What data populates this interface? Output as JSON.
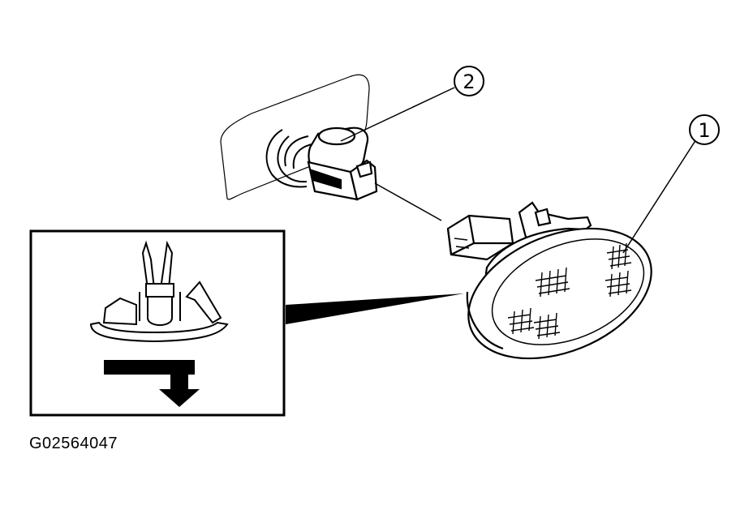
{
  "figure": {
    "id": "G02564047",
    "callouts": [
      {
        "number": "1",
        "part": "side-turn-signal-lamp"
      },
      {
        "number": "2",
        "part": "electrical-connector"
      }
    ]
  },
  "detail_inset": {
    "arrow": "down-right-then-down"
  }
}
